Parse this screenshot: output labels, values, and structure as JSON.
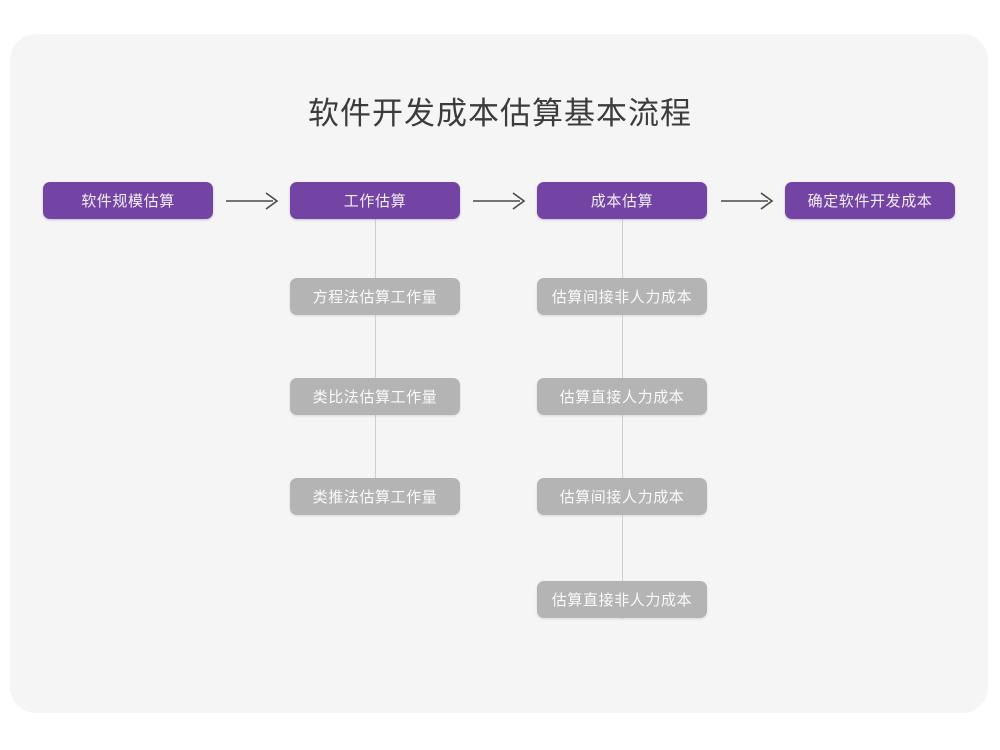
{
  "page": {
    "background_color": "#ffffff",
    "card_color": "#f5f5f5",
    "accent_color": "#7444a4",
    "secondary_color": "#b4b4b4",
    "title_color": "#3c3c3c"
  },
  "title": "软件开发成本估算基本流程",
  "flow": {
    "steps": [
      {
        "id": "scale",
        "label": "软件规模估算"
      },
      {
        "id": "effort",
        "label": "工作估算"
      },
      {
        "id": "cost",
        "label": "成本估算"
      },
      {
        "id": "final",
        "label": "确定软件开发成本"
      }
    ],
    "arrows": [
      {
        "id": "arrow-1",
        "glyph": "arrow-right-icon"
      },
      {
        "id": "arrow-2",
        "glyph": "arrow-right-icon"
      },
      {
        "id": "arrow-3",
        "glyph": "arrow-right-icon"
      }
    ]
  },
  "effort_methods": [
    {
      "id": "equation",
      "label": "方程法估算工作量"
    },
    {
      "id": "analogy",
      "label": "类比法估算工作量"
    },
    {
      "id": "extrapolation",
      "label": "类推法估算工作量"
    }
  ],
  "cost_items": [
    {
      "id": "indirect-non-labor",
      "label": "估算间接非人力成本"
    },
    {
      "id": "direct-labor",
      "label": "估算直接人力成本"
    },
    {
      "id": "indirect-labor",
      "label": "估算间接人力成本"
    },
    {
      "id": "direct-non-labor",
      "label": "估算直接非人力成本"
    }
  ],
  "chart_data": {
    "type": "diagram",
    "title": "软件开发成本估算基本流程",
    "nodes": [
      {
        "id": "scale",
        "label": "软件规模估算",
        "level": 1,
        "column": 1,
        "style": "primary"
      },
      {
        "id": "effort",
        "label": "工作估算",
        "level": 1,
        "column": 2,
        "style": "primary"
      },
      {
        "id": "cost",
        "label": "成本估算",
        "level": 1,
        "column": 3,
        "style": "primary"
      },
      {
        "id": "final",
        "label": "确定软件开发成本",
        "level": 1,
        "column": 4,
        "style": "primary"
      },
      {
        "id": "equation",
        "label": "方程法估算工作量",
        "level": 2,
        "column": 2,
        "style": "secondary"
      },
      {
        "id": "analogy",
        "label": "类比法估算工作量",
        "level": 2,
        "column": 2,
        "style": "secondary"
      },
      {
        "id": "extrapolation",
        "label": "类推法估算工作量",
        "level": 2,
        "column": 2,
        "style": "secondary"
      },
      {
        "id": "indirect-non-labor",
        "label": "估算间接非人力成本",
        "level": 2,
        "column": 3,
        "style": "secondary"
      },
      {
        "id": "direct-labor",
        "label": "估算直接人力成本",
        "level": 2,
        "column": 3,
        "style": "secondary"
      },
      {
        "id": "indirect-labor",
        "label": "估算间接人力成本",
        "level": 2,
        "column": 3,
        "style": "secondary"
      },
      {
        "id": "direct-non-labor",
        "label": "估算直接非人力成本",
        "level": 2,
        "column": 3,
        "style": "secondary"
      }
    ],
    "edges": [
      {
        "from": "scale",
        "to": "effort",
        "type": "arrow"
      },
      {
        "from": "effort",
        "to": "cost",
        "type": "arrow"
      },
      {
        "from": "cost",
        "to": "final",
        "type": "arrow"
      },
      {
        "from": "effort",
        "to": "equation",
        "type": "line"
      },
      {
        "from": "effort",
        "to": "analogy",
        "type": "line"
      },
      {
        "from": "effort",
        "to": "extrapolation",
        "type": "line"
      },
      {
        "from": "cost",
        "to": "indirect-non-labor",
        "type": "line"
      },
      {
        "from": "cost",
        "to": "direct-labor",
        "type": "line"
      },
      {
        "from": "cost",
        "to": "indirect-labor",
        "type": "line"
      },
      {
        "from": "cost",
        "to": "direct-non-labor",
        "type": "line"
      }
    ]
  }
}
